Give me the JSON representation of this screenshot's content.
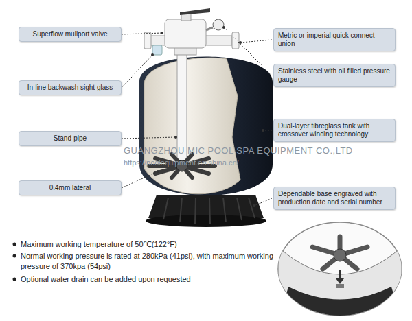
{
  "diagram": {
    "nodes": [
      {
        "text": [
          "Superflow muliport valve"
        ]
      },
      {
        "text": [
          "Metric or imperial quick connect union"
        ]
      },
      {
        "text": [
          "In-line backwash sight glass"
        ]
      },
      {
        "text": [
          "Stainless steel with oil filled pressure gauge"
        ]
      },
      {
        "text": [
          "Stand-pipe"
        ]
      },
      {
        "text": [
          "Dual-layer fibreglass tank with crossover winding technology"
        ]
      },
      {
        "text": [
          "0.4mm lateral"
        ]
      },
      {
        "text": [
          "Dependable base engraved with production date and serial number"
        ]
      }
    ],
    "labels": [
      "Maximum working temperature of 50℃(122°F)",
      "Normal working pressure is rated at 280kPa (41psi), with maximum working pressure of 370kpa (54psi)",
      "Optional water drain can be added upon requested",
      "GUANGZHOU MIC POOL SPA EQUIPMENT CO.,LTD",
      "https://poolequipment.en.shina.cn/"
    ]
  }
}
